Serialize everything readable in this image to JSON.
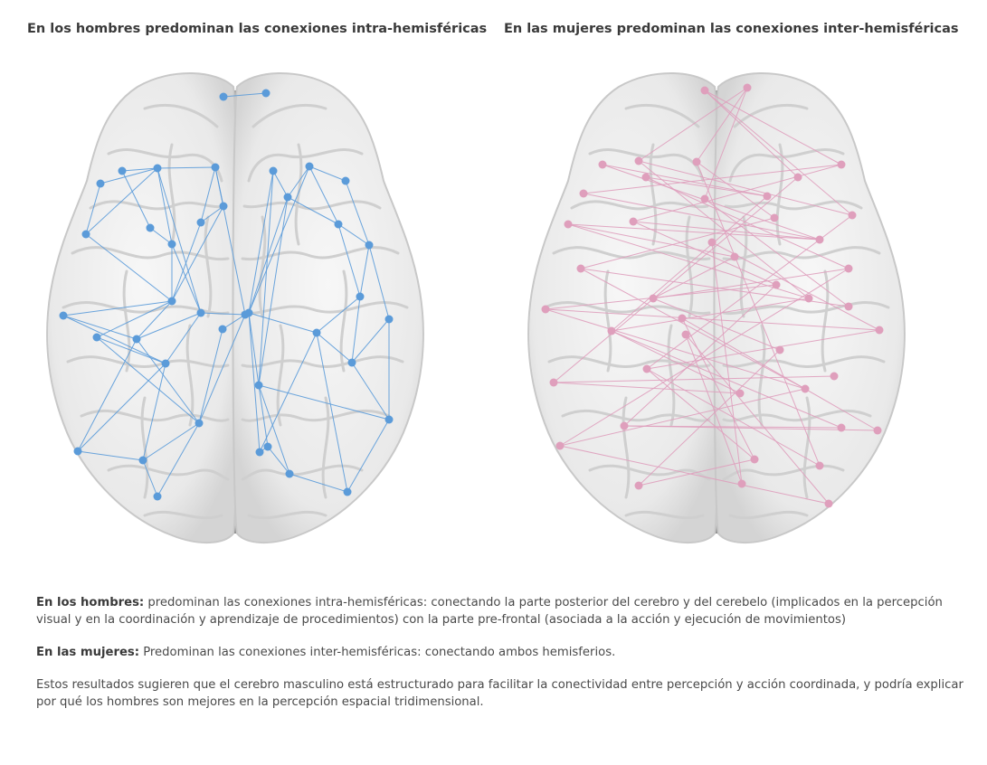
{
  "titles": {
    "men": "En los hombres predominan las conexiones intra-hemisféricas",
    "women": "En las mujeres predominan las conexiones inter-hemisféricas"
  },
  "colors": {
    "men_accent": "#5b9bd9",
    "women_accent": "#df9fbc",
    "brain_fill": "#e9e9e9",
    "brain_gyri": "#cfcfcf"
  },
  "notes": {
    "men_label": "En los hombres:",
    "men_text": " predominan las conexiones intra-hemisféricas: conectando  la parte posterior del cerebro y del cerebelo (implicados en la percepción visual y  en la coordinación y aprendizaje de procedimientos) con  la parte pre-frontal (asociada a la acción y ejecución de movimientos)",
    "women_label": "En las mujeres:",
    "women_text": " Predominan las conexiones inter-hemisféricas:  conectando ambos hemisferios.",
    "conclusion": "Estos resultados sugieren que el cerebro masculino está estructurado para facilitar la conectividad entre percepción y acción coordinada, y podría explicar por qué los hombres son mejores en la percepción espacial tridimensional."
  }
}
